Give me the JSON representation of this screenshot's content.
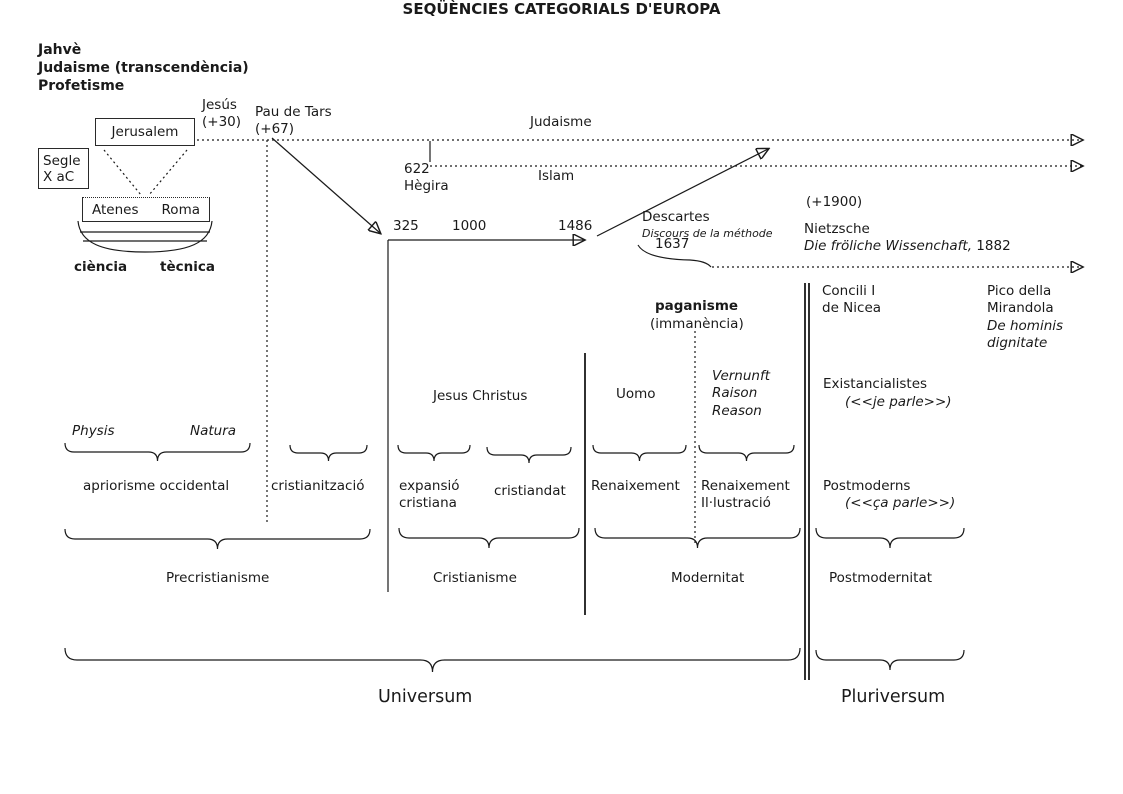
{
  "colors": {
    "ink": "#1a1a1a",
    "background": "#ffffff"
  },
  "title": "SEQÜÈNCIES CATEGORIALS D'EUROPA",
  "header": {
    "jahve": "Jahvè",
    "judaisme_transcendencia": "Judaisme (transcendència)",
    "profetisme": "Profetisme"
  },
  "boxes": {
    "jerusalem": "Jerusalem",
    "segle_l1": "Segle",
    "segle_l2": "X aC",
    "atenes": "Atenes",
    "roma": "Roma"
  },
  "timeline": {
    "jesus": "Jesús",
    "jesus_year": "(+30)",
    "pau": "Pau de Tars",
    "pau_year": "(+67)",
    "judaisme_line": "Judaisme",
    "islam_line": "Islam",
    "hegira_year": "622",
    "hegira": "Hègira",
    "y325": "325",
    "y1000": "1000",
    "y1486": "1486",
    "descartes": "Descartes",
    "discours": "Discours de la méthode",
    "y1637": "1637",
    "y1900": "(+1900)",
    "nietzsche": "Nietzsche",
    "froliche": "Die fröliche Wissenchaft,",
    "froliche_year": "1882"
  },
  "concepts": {
    "ciencia": "ciència",
    "tecnica": "tècnica",
    "physis": "Physis",
    "natura": "Natura",
    "jesus_christus": "Jesus Christus",
    "uomo": "Uomo",
    "vernunft": "Vernunft",
    "raison": "Raison",
    "reason": "Reason",
    "paganisme": "paganisme",
    "immanencia": "(immanència)",
    "concili_l1": "Concili I",
    "concili_l2": "de Nicea",
    "pico_l1": "Pico della",
    "pico_l2": "Mirandola",
    "pico_l3": "De hominis",
    "pico_l4": "dignitate",
    "existancialistes": "Existancialistes",
    "je_parle": "(<<je parle>>)",
    "postmoderns": "Postmoderns",
    "ca_parle": "(<<ça parle>>)"
  },
  "groups": {
    "apriorisme": "apriorisme occidental",
    "cristianitzacio": "cristianització",
    "expansio_l1": "expansió",
    "expansio_l2": "cristiana",
    "cristiandat": "cristiandat",
    "renaixement": "Renaixement",
    "renaixement2_l1": "Renaixement",
    "renaixement2_l2": "Il·lustració"
  },
  "eras": {
    "precristianisme": "Precristianisme",
    "cristianisme": "Cristianisme",
    "modernitat": "Modernitat",
    "postmodernitat": "Postmodernitat",
    "universum": "Universum",
    "pluriversum": "Pluriversum"
  }
}
